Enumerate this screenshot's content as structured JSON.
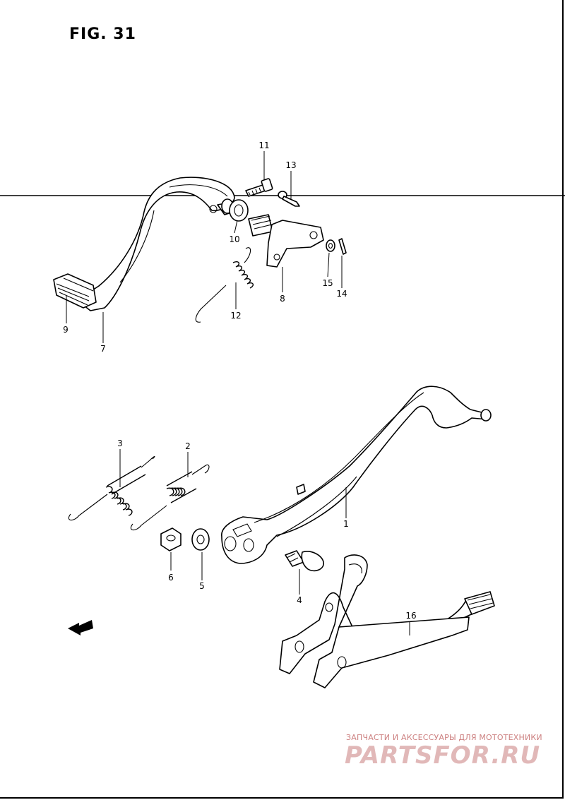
{
  "figure": {
    "title": "FIG. 31"
  },
  "callouts": [
    "11",
    "13",
    "10",
    "8",
    "15",
    "14",
    "12",
    "9",
    "7",
    "3",
    "2",
    "1",
    "6",
    "5",
    "4",
    "16"
  ],
  "watermark": {
    "caption": "ЗАПЧАСТИ И АКСЕССУАРЫ ДЛЯ МОТОТЕХНИКИ",
    "logo": "PARTSFOR.RU",
    "color": "#c46a6a"
  }
}
